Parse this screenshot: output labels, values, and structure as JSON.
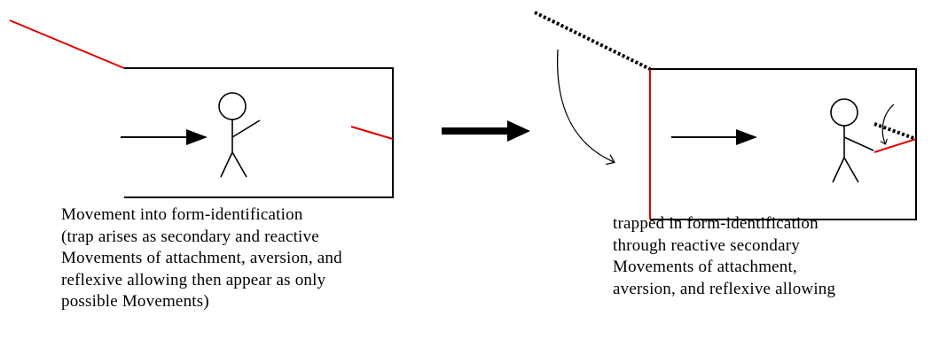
{
  "colors": {
    "stroke": "#000000",
    "door": "#e00000",
    "background": "#ffffff"
  },
  "icons": [
    "stick-figure-icon",
    "arrow-right-icon",
    "curved-arrow-icon",
    "thick-arrow-right-icon"
  ],
  "left_panel": {
    "caption_lines": [
      "Movement into form-identification",
      "(trap arises as secondary and reactive",
      "Movements of attachment, aversion, and",
      "reflexive allowing then appear as only",
      "possible Movements)"
    ]
  },
  "right_panel": {
    "caption_lines": [
      "trapped in form-identification",
      "through reactive secondary",
      "Movements of attachment,",
      "aversion, and reflexive allowing"
    ]
  }
}
